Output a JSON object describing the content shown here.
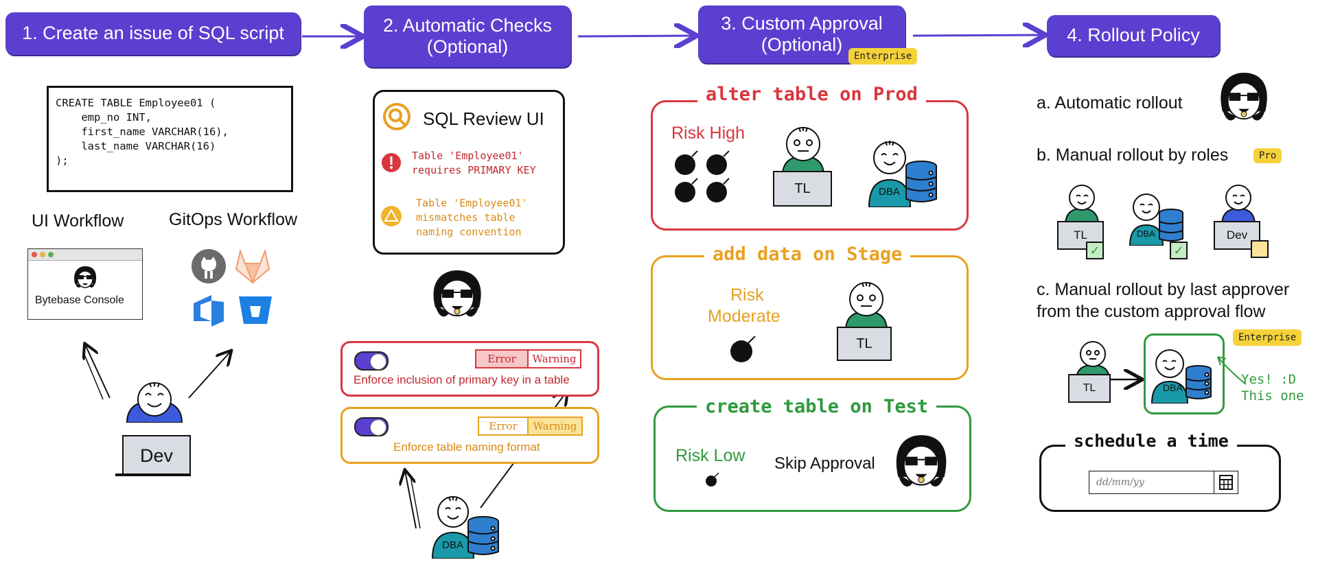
{
  "steps": {
    "s1": "1. Create an issue of SQL script",
    "s2_line1": "2. Automatic Checks",
    "s2_line2": "(Optional)",
    "s3_line1": "3. Custom Approval",
    "s3_line2": "(Optional)",
    "s3_badge": "Enterprise",
    "s4": "4. Rollout Policy"
  },
  "col1": {
    "sql_code": "CREATE TABLE Employee01 (\n    emp_no INT,\n    first_name VARCHAR(16),\n    last_name VARCHAR(16)\n);",
    "ui_workflow": "UI Workflow",
    "gitops_workflow": "GitOps Workflow",
    "console_label": "Bytebase Console",
    "dev_label": "Dev"
  },
  "col2": {
    "review_title": "SQL Review UI",
    "error_msg_line1": "Table 'Employee01'",
    "error_msg_line2": "requires PRIMARY KEY",
    "warn_msg_line1": "Table 'Employee01'",
    "warn_msg_line2": "mismatches table",
    "warn_msg_line3": "naming convention",
    "rule1_error": "Error",
    "rule1_warning": "Warning",
    "rule1_text": "Enforce inclusion of primary key in a table",
    "rule2_error": "Error",
    "rule2_warning": "Warning",
    "rule2_text": "Enforce table naming format",
    "dba_label": "DBA"
  },
  "col3": {
    "prod_title": "alter table on Prod",
    "prod_risk": "Risk High",
    "prod_tl": "TL",
    "prod_dba": "DBA",
    "stage_title": "add data on Stage",
    "stage_risk_line1": "Risk",
    "stage_risk_line2": "Moderate",
    "stage_tl": "TL",
    "test_title": "create table on Test",
    "test_risk": "Risk Low",
    "test_skip": "Skip Approval"
  },
  "col4": {
    "a_text": "a. Automatic rollout",
    "b_text": "b. Manual rollout by roles",
    "b_badge": "Pro",
    "b_tl": "TL",
    "b_dba": "DBA",
    "b_dev": "Dev",
    "c_line1": "c. Manual rollout by last approver",
    "c_line2": "from the custom approval flow",
    "c_badge": "Enterprise",
    "c_tl": "TL",
    "c_dba": "DBA",
    "c_note_line1": "Yes! :D",
    "c_note_line2": "This one",
    "schedule_title": "schedule a time",
    "date_placeholder": "dd/mm/yy"
  },
  "colors": {
    "step_purple": "#5b3fd0",
    "prod_red": "#d9363e",
    "stage_orange": "#e8a020",
    "test_green": "#2e9a3c",
    "badge_yellow": "#f5d23a",
    "dev_blue": "#3b5bdb",
    "dba_teal": "#1a9aa8",
    "db_blue": "#2f7fd0"
  }
}
